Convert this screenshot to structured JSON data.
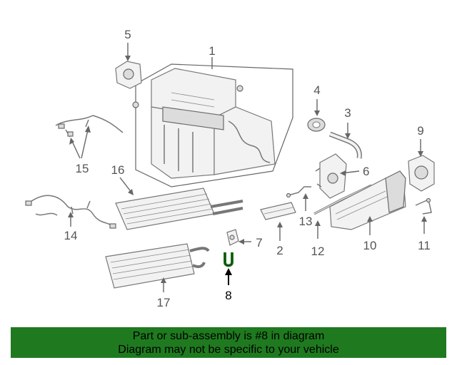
{
  "callouts": {
    "c1": "1",
    "c2": "2",
    "c3": "3",
    "c4": "4",
    "c5": "5",
    "c6": "6",
    "c7": "7",
    "c8": "8",
    "c9": "9",
    "c10": "10",
    "c11": "11",
    "c12": "12",
    "c13": "13",
    "c14": "14",
    "c15": "15",
    "c16": "16",
    "c17": "17"
  },
  "highlight": {
    "callout": "8",
    "color": "#1f7a1f"
  },
  "banner": {
    "line1": "Part or sub-assembly is #8 in diagram",
    "line2": "Diagram may not be specific to your vehicle",
    "background": "#1f7a1f",
    "text_color": "#000000"
  }
}
